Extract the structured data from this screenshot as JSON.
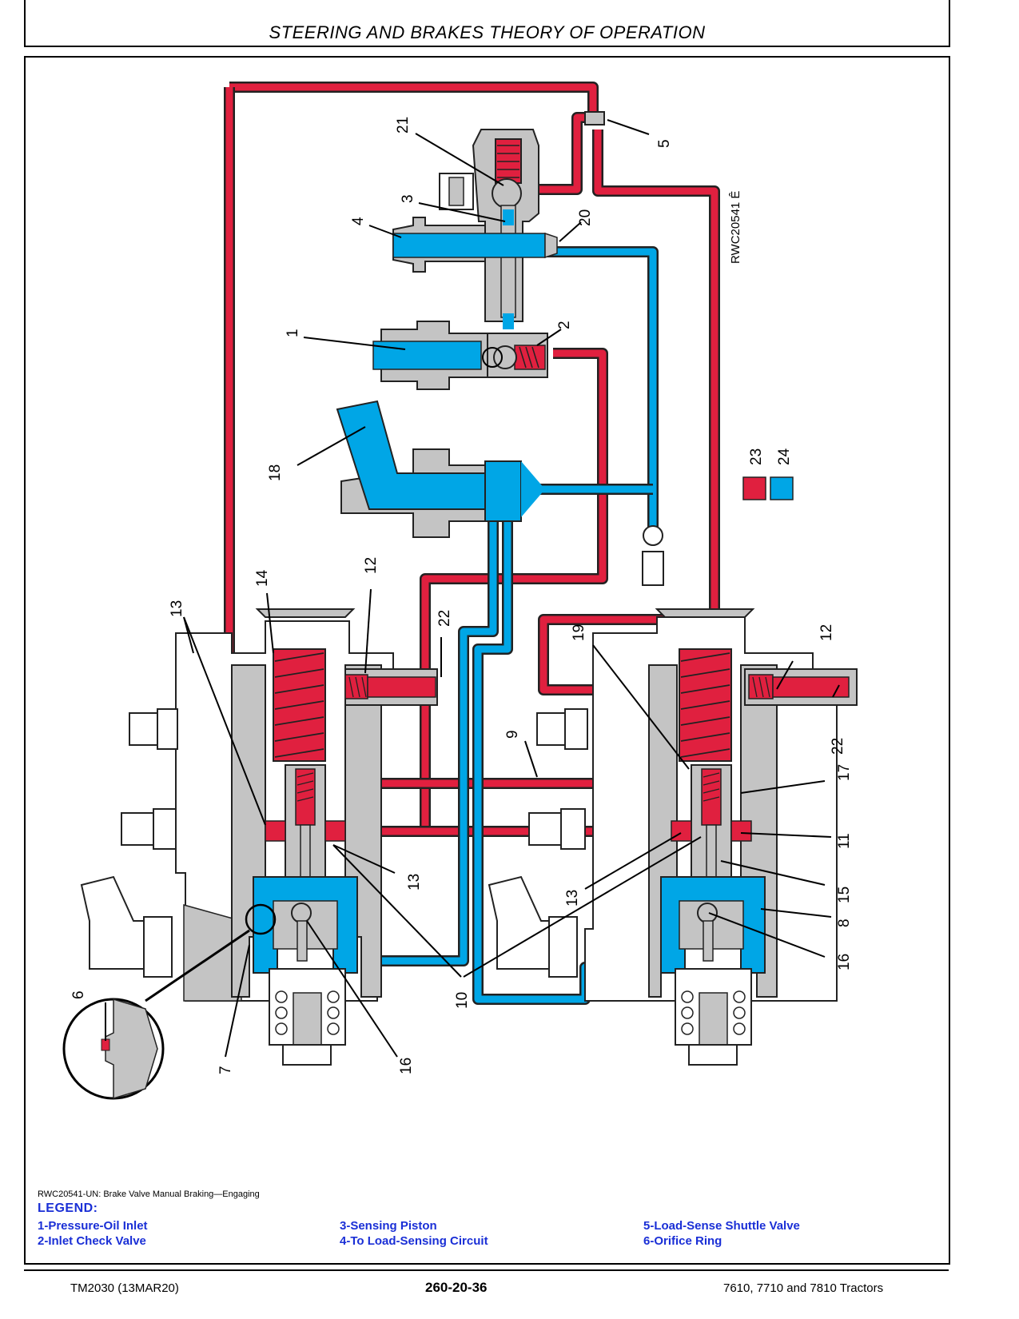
{
  "header": {
    "title": "STEERING AND BRAKES THEORY OF OPERATION"
  },
  "diagram": {
    "figure_id": "RWC20541 Ê",
    "callouts": [
      "1",
      "2",
      "3",
      "4",
      "5",
      "6",
      "7",
      "8",
      "9",
      "10",
      "11",
      "12",
      "13",
      "14",
      "15",
      "16",
      "17",
      "18",
      "19",
      "20",
      "21",
      "22",
      "23",
      "24"
    ],
    "colors": {
      "pressure": "#e0203f",
      "return": "#00a6e6",
      "body": "#c4c4c4",
      "outline": "#222222"
    },
    "swatches": [
      "23",
      "24"
    ]
  },
  "caption": "RWC20541-UN: Brake Valve Manual Braking—Engaging",
  "legend": {
    "title": "LEGEND:",
    "items": [
      "1-Pressure-Oil Inlet",
      "2-Inlet Check Valve",
      "3-Sensing Piston",
      "4-To Load-Sensing Circuit",
      "5-Load-Sense Shuttle Valve",
      "6-Orifice Ring"
    ]
  },
  "footer": {
    "left": "TM2030 (13MAR20)",
    "center": "260-20-36",
    "right": "7610, 7710 and 7810 Tractors"
  }
}
